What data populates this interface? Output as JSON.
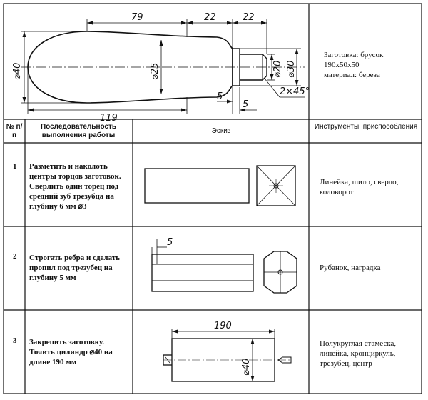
{
  "title_block": {
    "blank_label": "Заготовка: брусок",
    "blank_size": "190x50x50",
    "material": "материал: береза"
  },
  "dims_top": {
    "d1": "79",
    "d2": "22",
    "d3": "22",
    "dia40": "⌀40",
    "dia25": "⌀25",
    "dia20": "⌀20",
    "dia30": "⌀30",
    "len119": "119",
    "len5a": "5",
    "len5b": "5",
    "chamfer": "2×45°"
  },
  "header": {
    "num": "№ п/п",
    "sequence": "Последовательность выполнения работы",
    "sketch": "Эскиз",
    "tools": "Инструменты, приспособления"
  },
  "rows": [
    {
      "num": "1",
      "text": "Разметить и наколоть центры торцов заготовок. Сверлить один торец под средний зуб трезубца на глубину 6 мм ⌀3",
      "tools": "Линейка, шило, сверло, коловорот"
    },
    {
      "num": "2",
      "text": "Строгать ребра и сделать пропил под трезубец на глубину 5 мм",
      "dim": "5",
      "tools": "Рубанок, наградка"
    },
    {
      "num": "3",
      "text": "Закрепить заготовку. Точить цилиндр ⌀40 на длине 190 мм",
      "dim_len": "190",
      "dim_dia": "⌀40",
      "tools": "Полукруглая стамеска, линейка, кронциркуль, трезубец, центр"
    }
  ]
}
